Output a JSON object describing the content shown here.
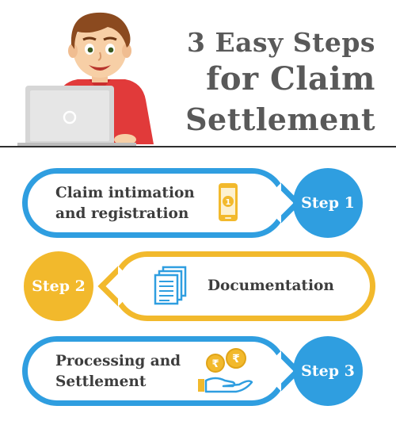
{
  "header": {
    "title_line1": "3 Easy Steps",
    "title_line2": "for Claim",
    "title_line3": "Settlement"
  },
  "steps": [
    {
      "badge": "Step 1",
      "line1": "Claim intimation",
      "line2": "and registration",
      "icon": "mobile-phone-icon",
      "color": "#2f9ee0"
    },
    {
      "badge": "Step 2",
      "line1": "Documentation",
      "icon": "documents-icon",
      "color": "#f2b92c"
    },
    {
      "badge": "Step 3",
      "line1": "Processing and",
      "line2": "Settlement",
      "icon": "rupee-coins-hand-icon",
      "color": "#2f9ee0"
    }
  ],
  "colors": {
    "blue": "#2f9ee0",
    "gold": "#f2b92c",
    "title": "#595959"
  }
}
